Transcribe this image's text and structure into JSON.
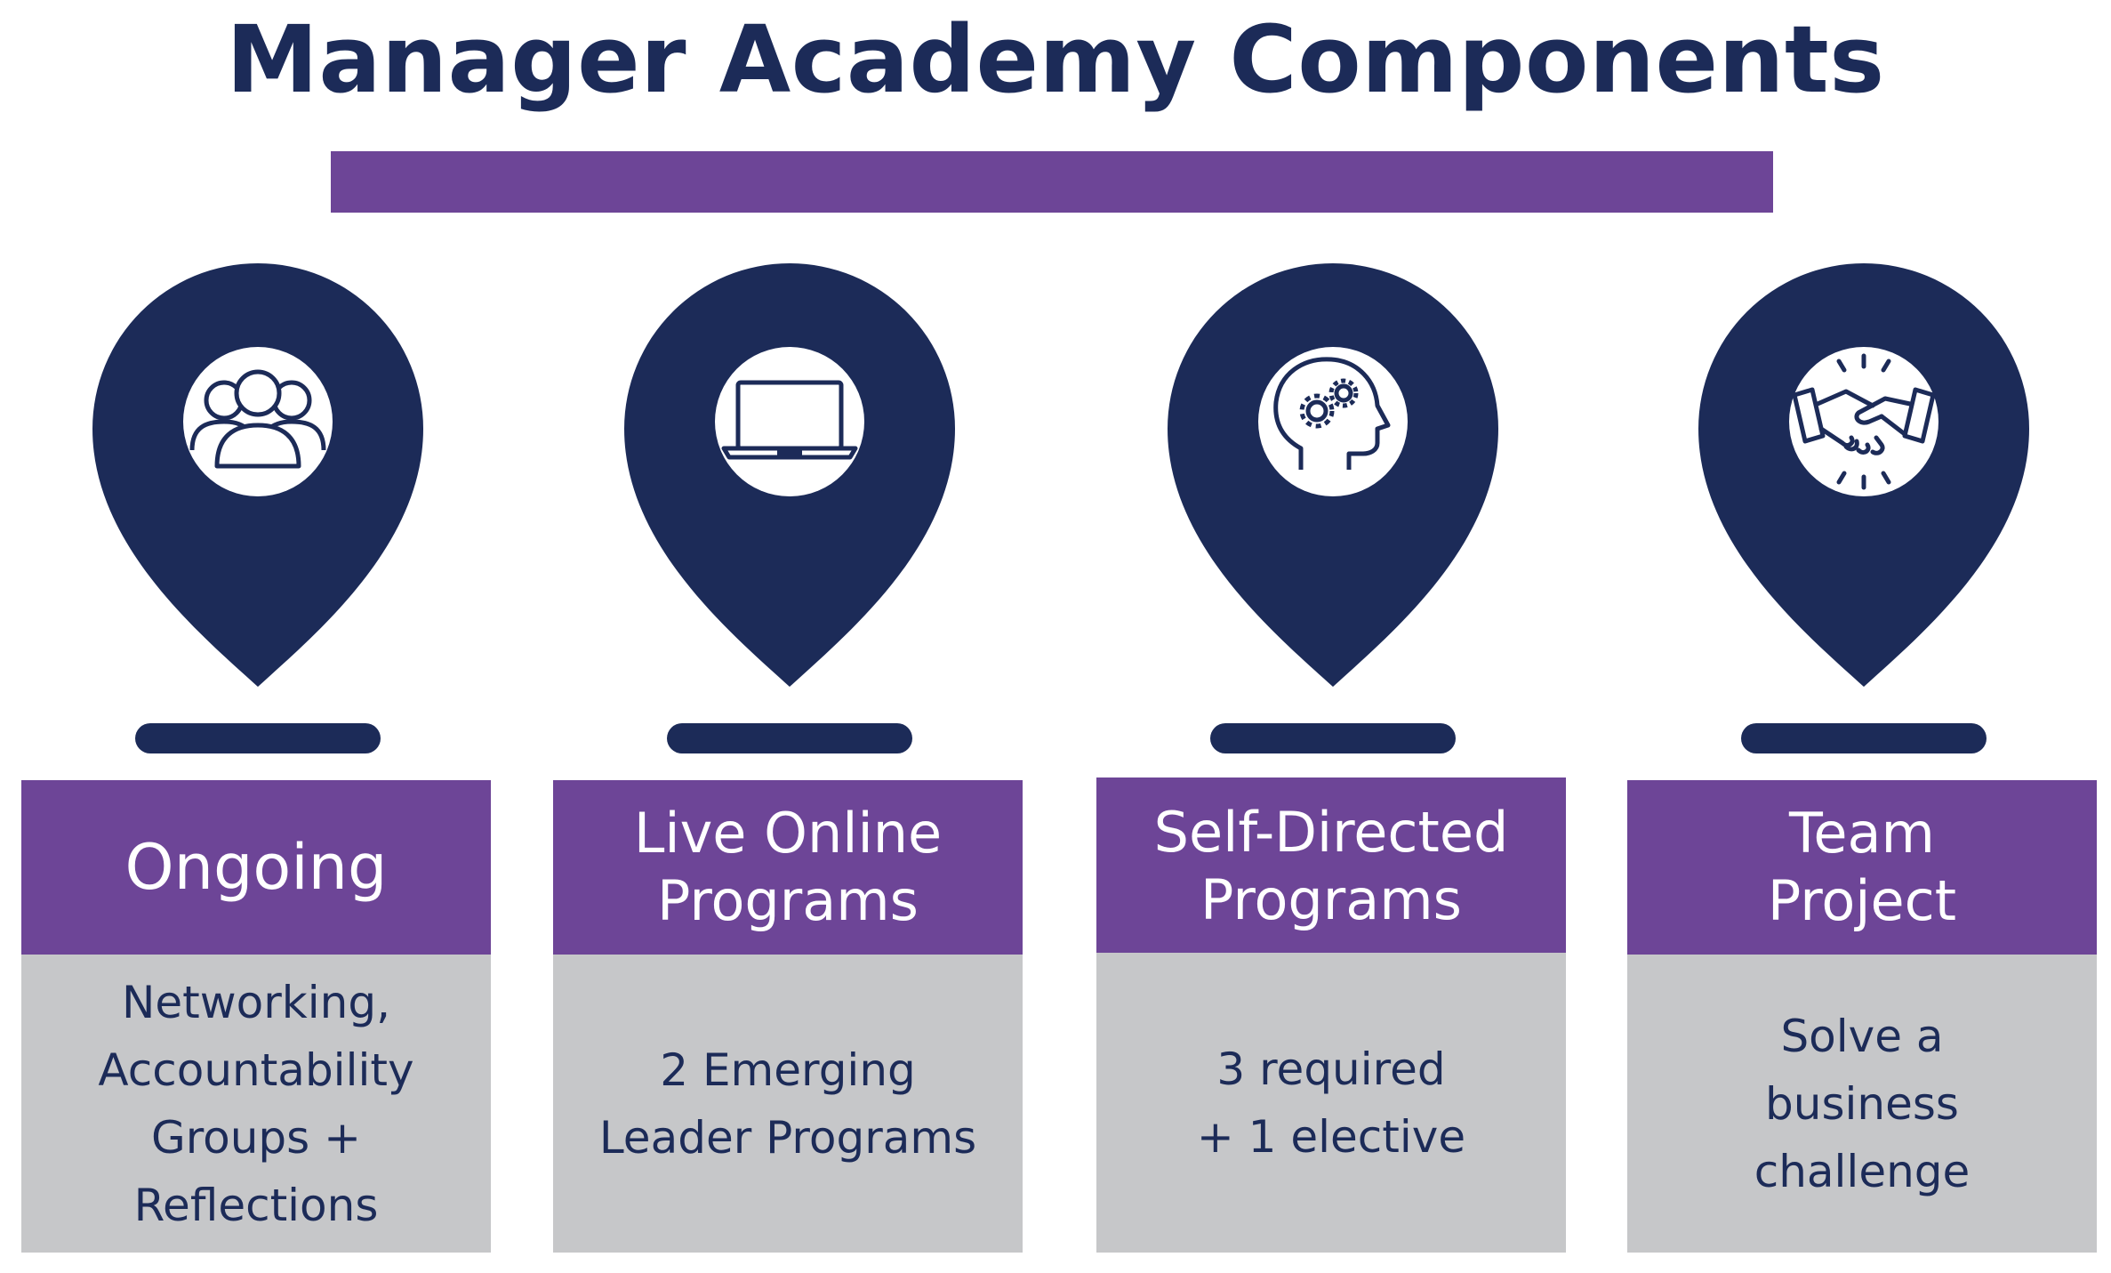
{
  "title": "Manager Academy Components",
  "colors": {
    "navy": "#1c2b58",
    "purple": "#6d4597",
    "grey": "#c6c7c9"
  },
  "components": [
    {
      "icon": "people-group-icon",
      "heading": [
        "Ongoing"
      ],
      "body": [
        "Networking,",
        "Accountability",
        "Groups +",
        "Reflections"
      ]
    },
    {
      "icon": "laptop-icon",
      "heading": [
        "Live Online",
        "Programs"
      ],
      "body": [
        "2 Emerging",
        "Leader Programs"
      ]
    },
    {
      "icon": "brain-gears-icon",
      "heading": [
        "Self-Directed",
        "Programs"
      ],
      "body": [
        "3 required",
        "+ 1 elective"
      ]
    },
    {
      "icon": "handshake-icon",
      "heading": [
        "Team",
        "Project"
      ],
      "body": [
        "Solve a",
        "business",
        "challenge"
      ]
    }
  ]
}
